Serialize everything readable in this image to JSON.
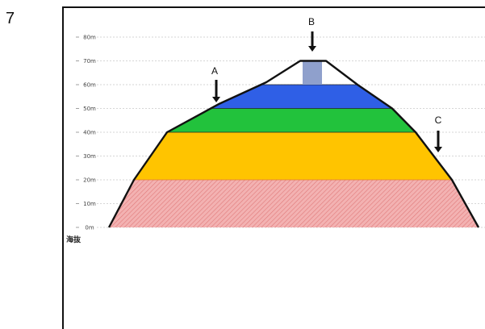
{
  "question_number": "7",
  "axis": {
    "caption": "海抜",
    "ticks": [
      {
        "value": 0,
        "label": "0m"
      },
      {
        "value": 10,
        "label": "10m"
      },
      {
        "value": 20,
        "label": "20m"
      },
      {
        "value": 30,
        "label": "30m"
      },
      {
        "value": 40,
        "label": "40m"
      },
      {
        "value": 50,
        "label": "50m"
      },
      {
        "value": 60,
        "label": "60m"
      },
      {
        "value": 70,
        "label": "70m"
      },
      {
        "value": 80,
        "label": "80m"
      }
    ]
  },
  "layers": [
    {
      "from": 0,
      "to": 20,
      "color": "#f0a0a0",
      "pattern": "hatched"
    },
    {
      "from": 20,
      "to": 40,
      "color": "#ffc400"
    },
    {
      "from": 40,
      "to": 50,
      "color": "#22c23c"
    },
    {
      "from": 50,
      "to": 60,
      "color": "#2f5fe6"
    }
  ],
  "summit_block_color": "#8fa0cc",
  "markers": [
    {
      "id": "A",
      "label": "A"
    },
    {
      "id": "B",
      "label": "B"
    },
    {
      "id": "C",
      "label": "C"
    }
  ]
}
